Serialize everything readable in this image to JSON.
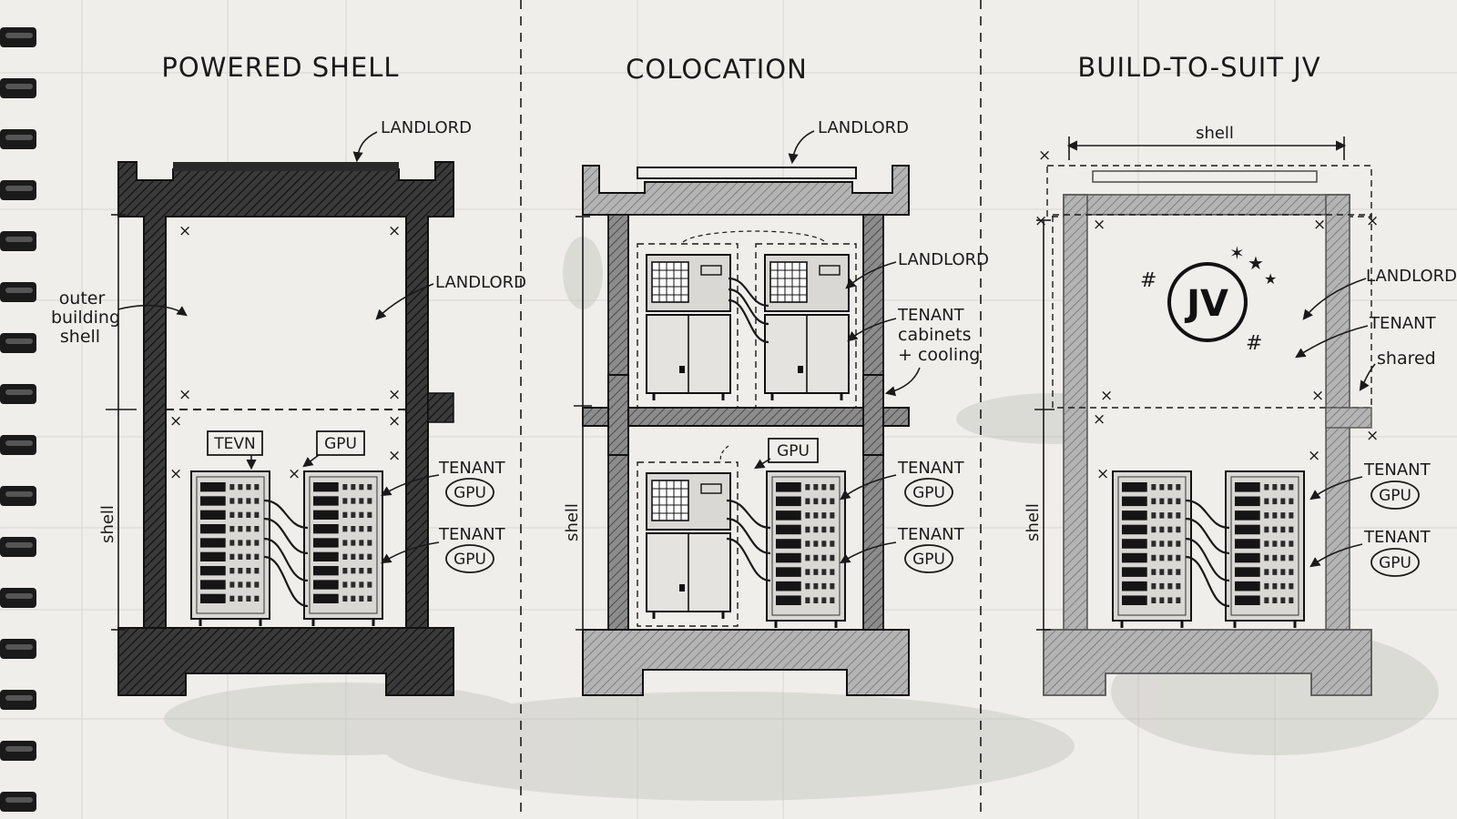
{
  "panels": [
    {
      "title": "POWERED SHELL",
      "top_label": "LANDLORD",
      "right_label": "LANDLORD",
      "left_note": [
        "outer",
        "building",
        "shell"
      ],
      "dim_label": "shell",
      "rack_tags": [
        "TEVN",
        "GPU"
      ],
      "tenant_callouts": [
        {
          "label": "TENANT",
          "badge": "GPU"
        },
        {
          "label": "TENANT",
          "badge": "GPU"
        }
      ]
    },
    {
      "title": "COLOCATION",
      "top_label": "LANDLORD",
      "right_label": "LANDLORD",
      "tenant_note": [
        "TENANT",
        "cabinets",
        "+ cooling"
      ],
      "lower_tag": "GPU",
      "dim_label": "shell",
      "tenant_callouts": [
        {
          "label": "TENANT",
          "badge": "GPU"
        },
        {
          "label": "TENANT",
          "badge": "GPU"
        }
      ]
    },
    {
      "title": "BUILD-TO-SUIT JV",
      "top_dim_label": "shell",
      "jv_badge": "JV",
      "right_labels": [
        "LANDLORD",
        "TENANT",
        "shared"
      ],
      "dim_label": "shell",
      "tenant_callouts": [
        {
          "label": "TENANT",
          "badge": "GPU"
        },
        {
          "label": "TENANT",
          "badge": "GPU"
        }
      ]
    }
  ],
  "colors": {
    "paper": "#efeeea",
    "ink": "#1a1a1a",
    "wall_dark": "#3a3a3a",
    "wall_mid": "#8a8a8a",
    "wall_light": "#b0b0b0",
    "grid": "#d6d5d0"
  }
}
